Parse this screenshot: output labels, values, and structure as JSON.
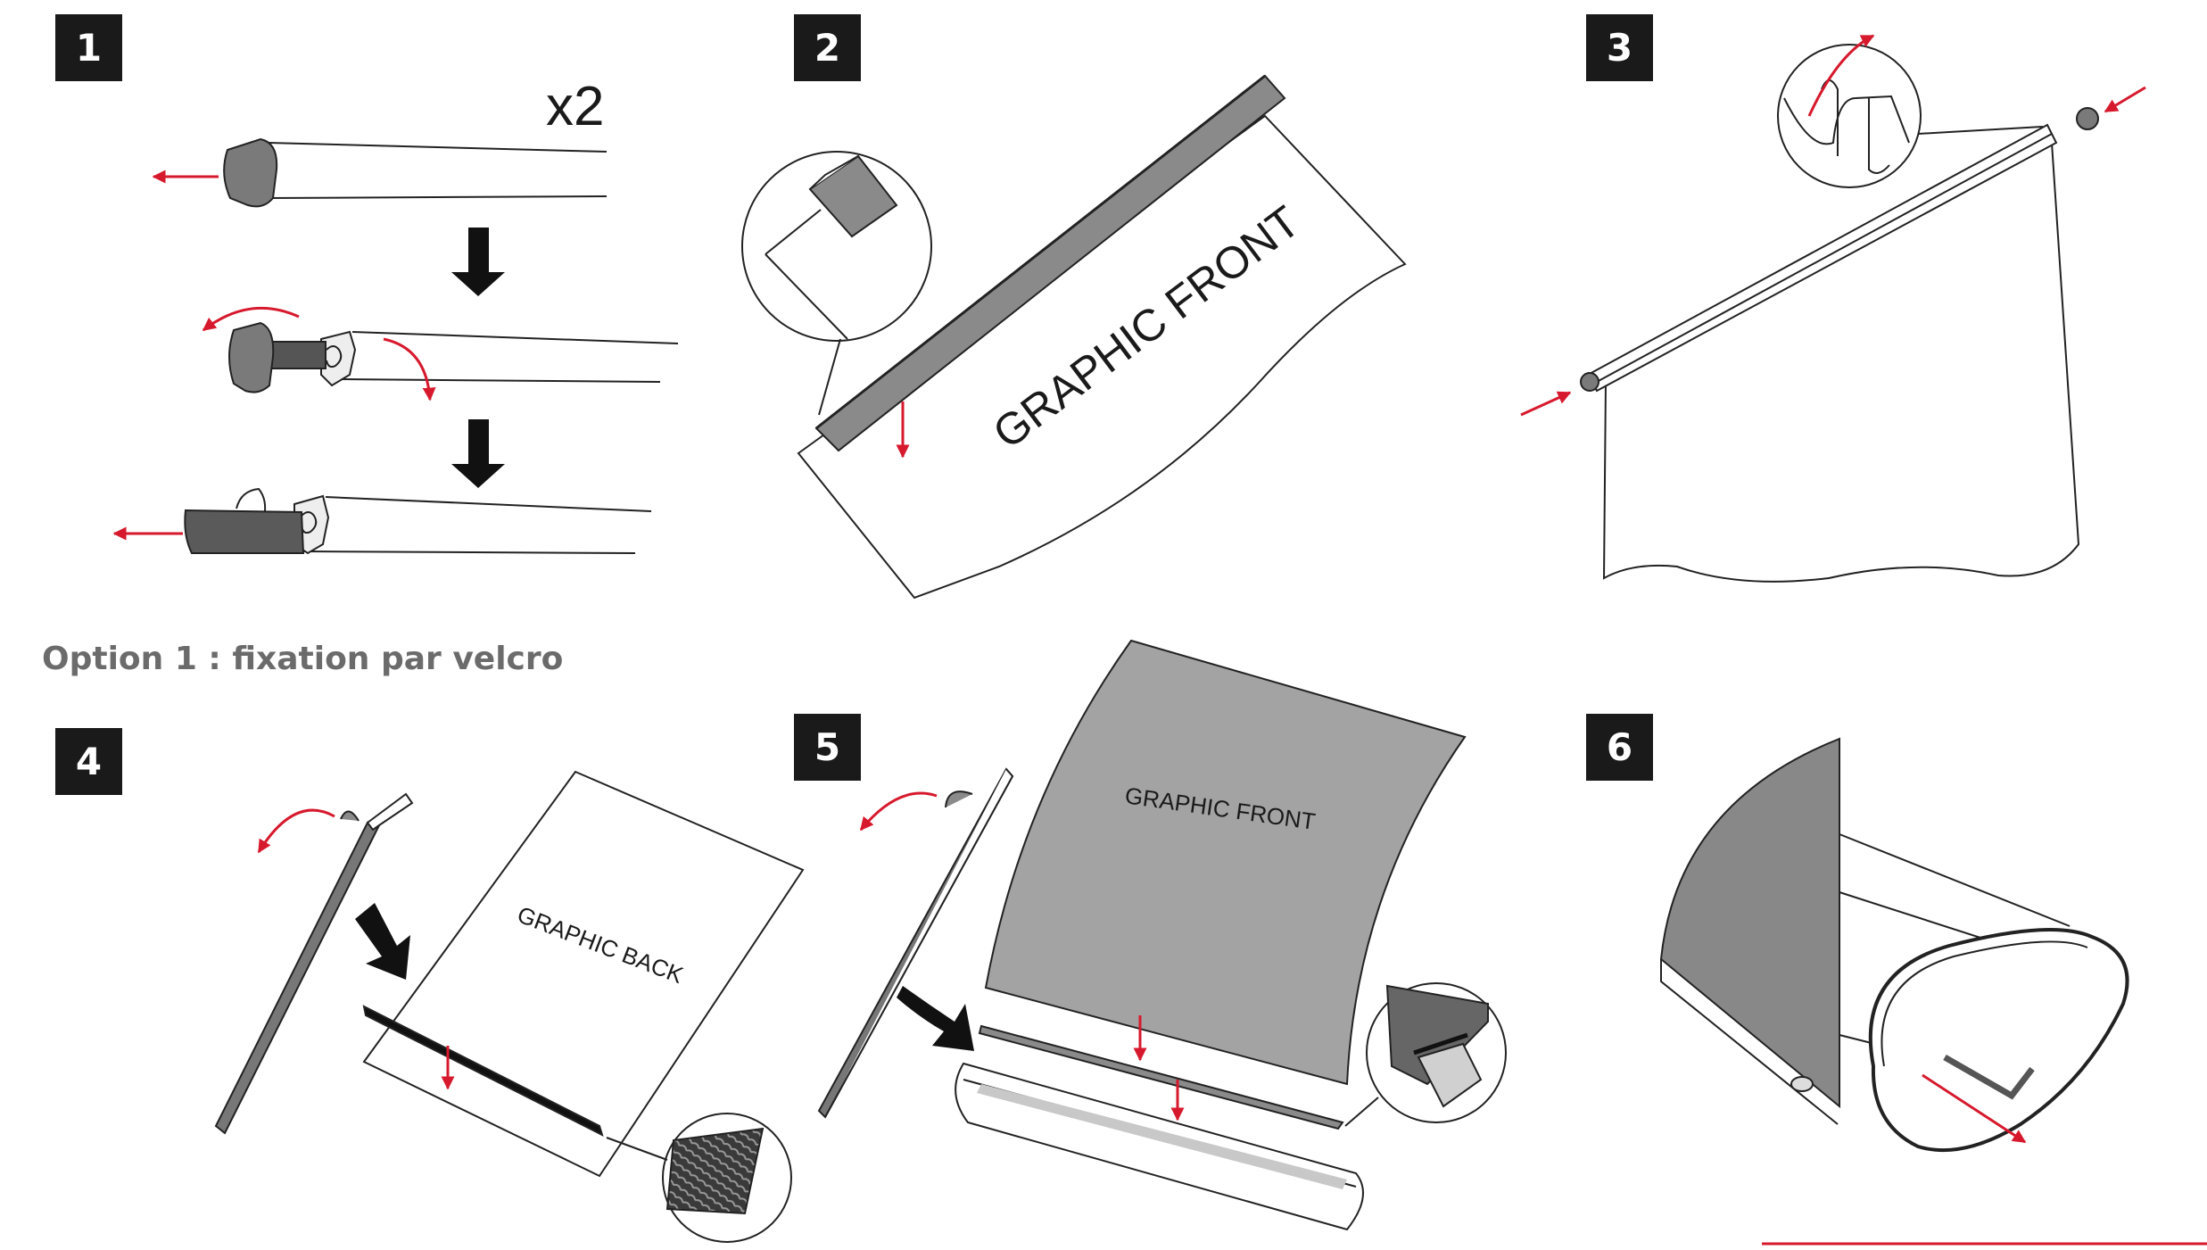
{
  "steps": [
    "1",
    "2",
    "3",
    "4",
    "5",
    "6"
  ],
  "step1": {
    "multiplier": "x2"
  },
  "step2": {
    "graphic_label": "GRAPHIC FRONT"
  },
  "step4": {
    "graphic_label": "GRAPHIC BACK"
  },
  "step5": {
    "graphic_label": "GRAPHIC FRONT"
  },
  "option_title": "Option 1 : fixation par velcro",
  "colors": {
    "arrow_red": "#d7192d",
    "badge_bg": "#1a1a1a",
    "part_grey": "#8a8a8a",
    "banner_grey": "#a3a3a3",
    "title_grey": "#6b6b6b"
  }
}
